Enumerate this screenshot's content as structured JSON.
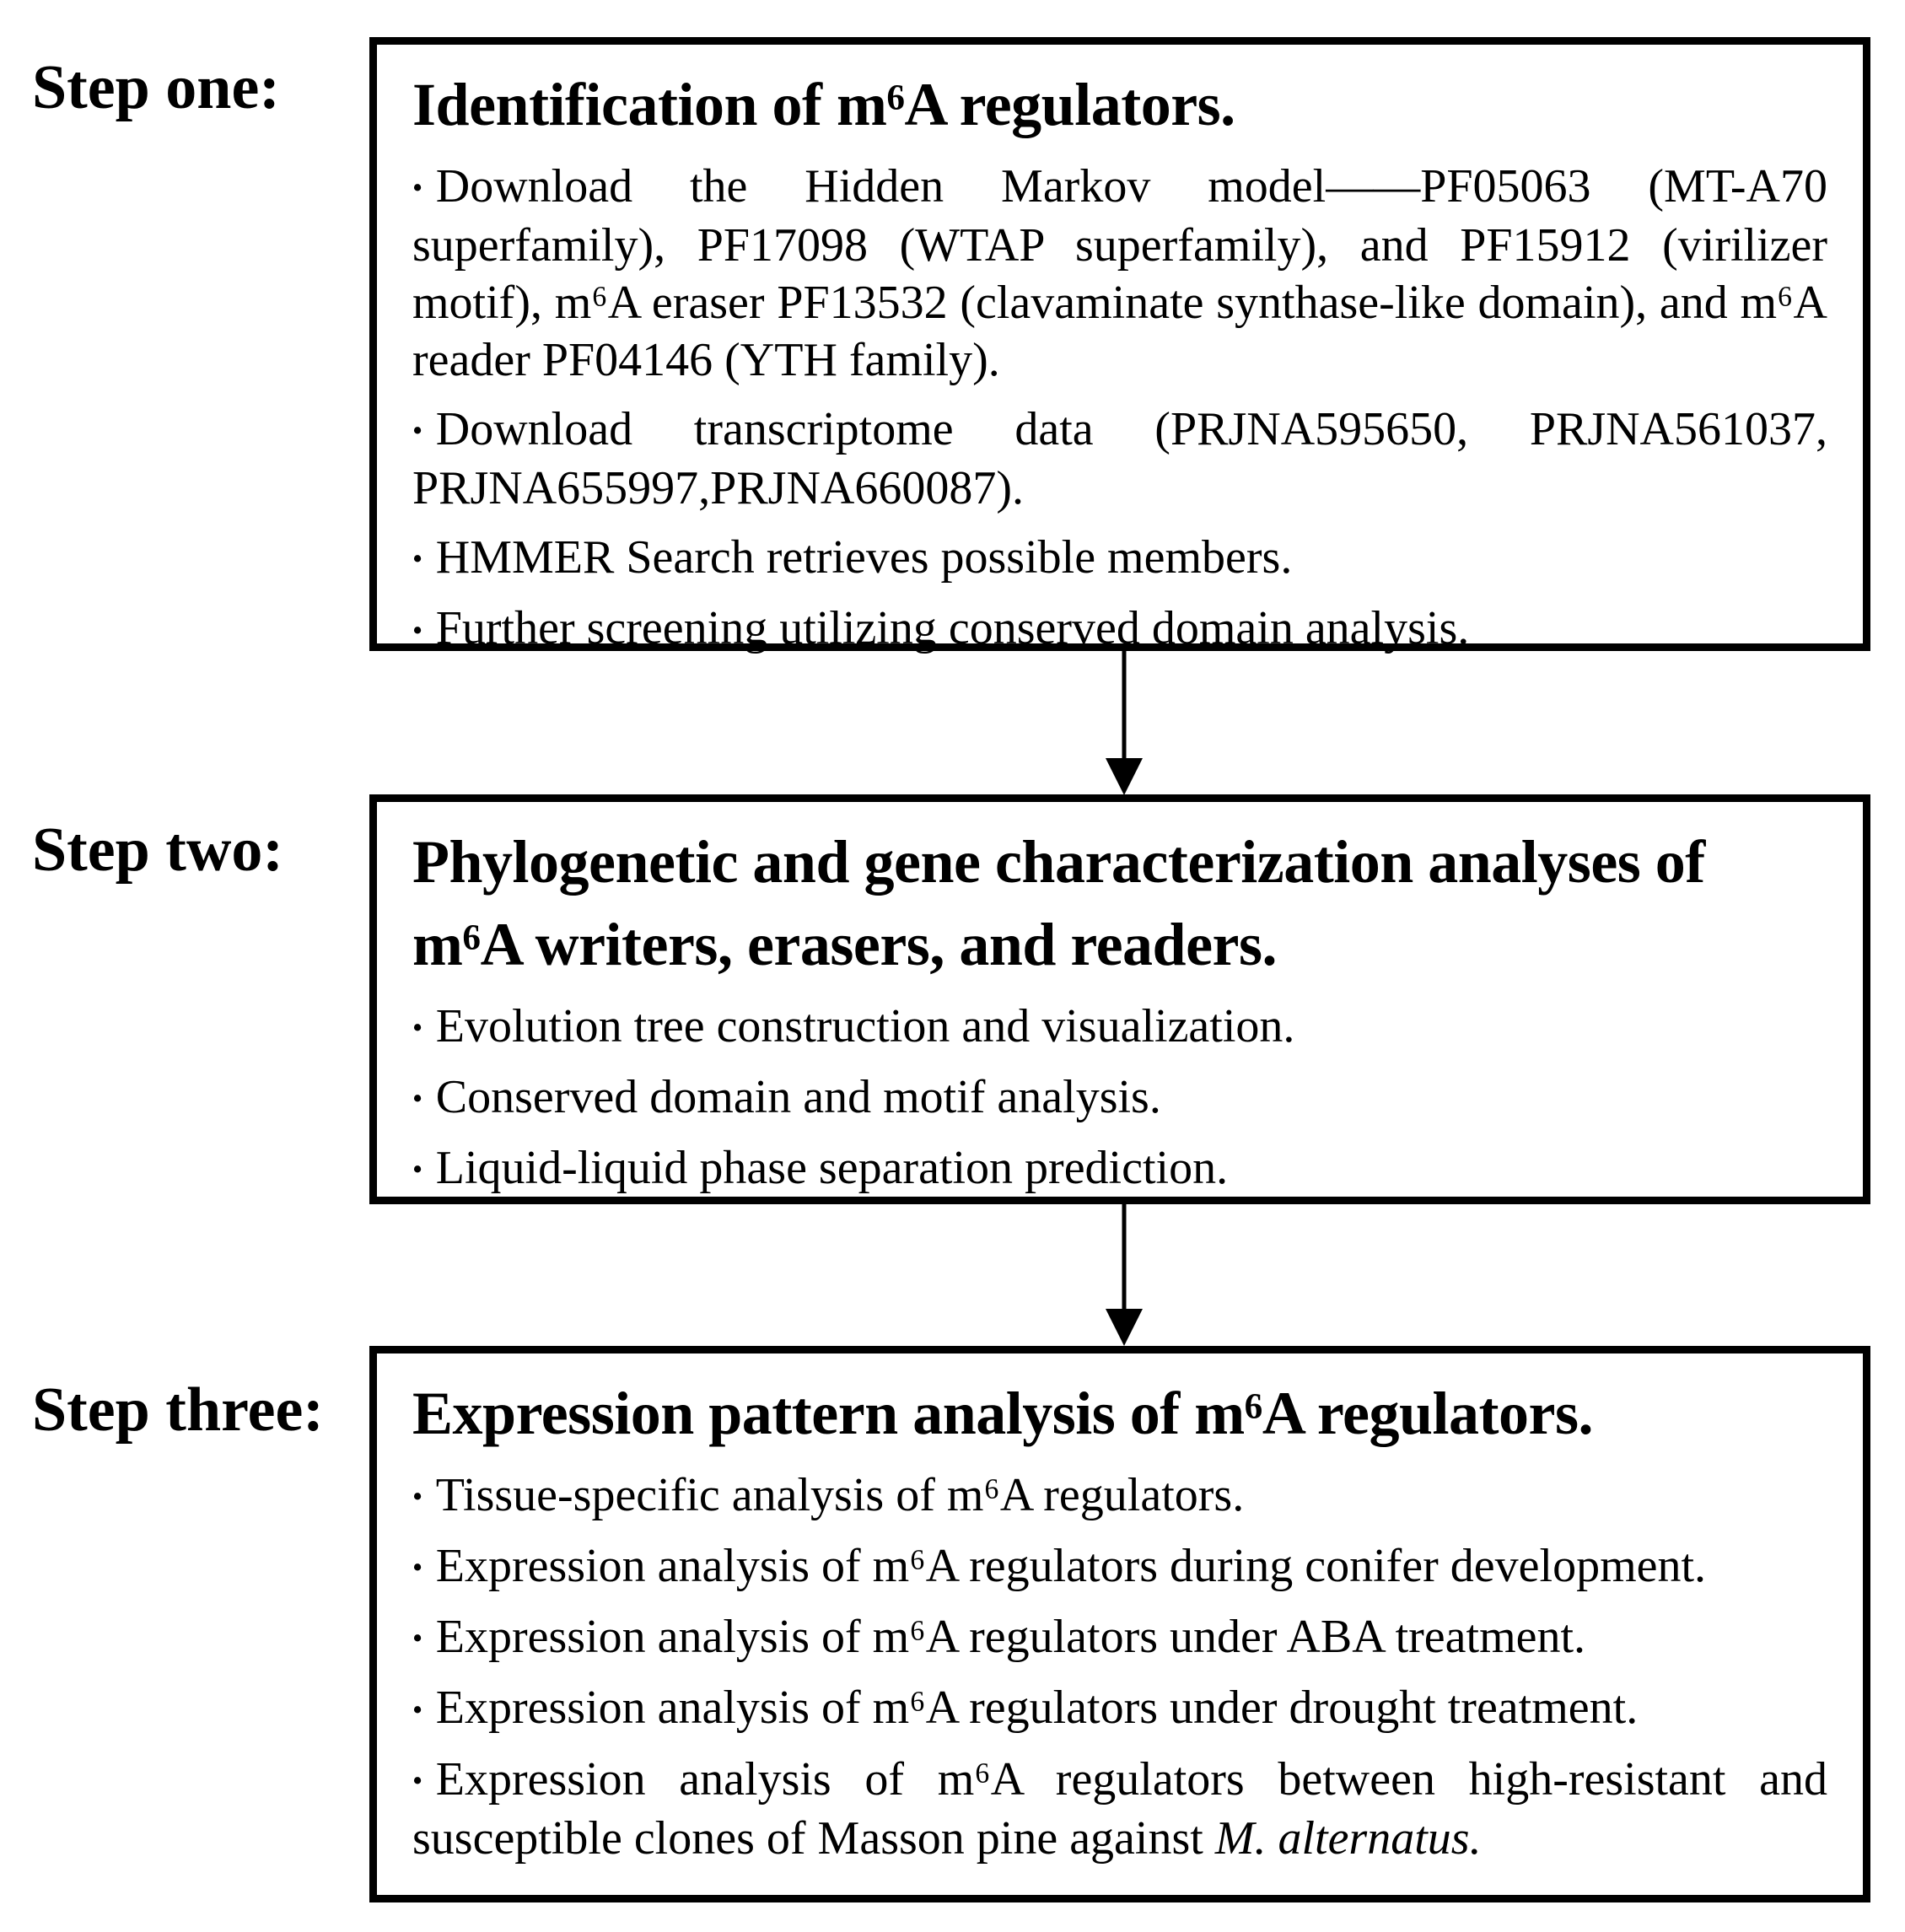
{
  "glyphs": {
    "bullet": "•"
  },
  "steps": [
    {
      "label": "Step one:",
      "title": "Identification of m⁶A regulators.",
      "bullets": [
        {
          "text": "Download the Hidden Markov model——PF05063 (MT-A70 superfamily), PF17098 (WTAP superfamily), and PF15912 (virilizer motif), m⁶A eraser PF13532 (clavaminate synthase-like domain), and m⁶A reader PF04146 (YTH family)."
        },
        {
          "text": "Download transcriptome data (PRJNA595650, PRJNA561037, PRJNA655997,PRJNA660087)."
        },
        {
          "text": "HMMER Search retrieves possible members."
        },
        {
          "text": "Further screening utilizing conserved domain analysis."
        }
      ]
    },
    {
      "label": "Step two:",
      "title": "Phylogenetic and gene characterization analyses of m⁶A writers, erasers, and readers.",
      "bullets": [
        {
          "text": "Evolution tree construction and visualization."
        },
        {
          "text": "Conserved domain and motif analysis."
        },
        {
          "text": "Liquid-liquid phase separation prediction."
        }
      ]
    },
    {
      "label": "Step three:",
      "title": "Expression pattern analysis of m⁶A regulators.",
      "bullets": [
        {
          "text": "Tissue-specific analysis of m⁶A regulators."
        },
        {
          "text": "Expression analysis of m⁶A regulators during conifer development."
        },
        {
          "text": "Expression analysis of m⁶A regulators under ABA treatment."
        },
        {
          "text": "Expression analysis of m⁶A regulators under drought treatment."
        },
        {
          "text": "Expression analysis of m⁶A regulators between high-resistant and susceptible clones of Masson pine against ",
          "italic": "M. alternatus."
        }
      ]
    }
  ]
}
